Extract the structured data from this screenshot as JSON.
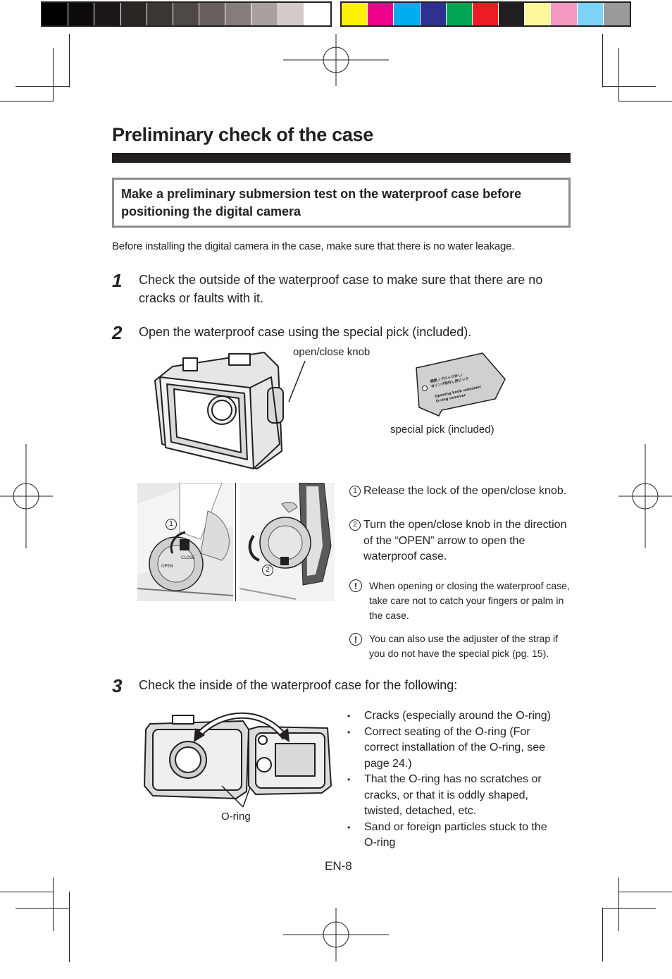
{
  "swatches_left": [
    "#000000",
    "#0d0b0b",
    "#1a1716",
    "#2a2624",
    "#3b3634",
    "#4e4846",
    "#67605d",
    "#857d79",
    "#a8a19e",
    "#d2cbc8",
    "#ffffff"
  ],
  "swatches_right": [
    "#fff200",
    "#ec008c",
    "#00aeef",
    "#2e3192",
    "#00a651",
    "#ed1c24",
    "#231f20",
    "#fff799",
    "#f49ac1",
    "#7dd3f7",
    "#9a9a9a"
  ],
  "page": {
    "title": "Preliminary check of the case",
    "subheading": "Make a preliminary submersion test on the waterproof case before positioning the digital camera",
    "intro": "Before installing the digital camera in the case, make sure that there is no water leakage.",
    "page_number": "EN-8"
  },
  "steps": [
    {
      "num": "1",
      "text": "Check the outside of the waterproof case to make sure that there are no cracks or faults with it."
    },
    {
      "num": "2",
      "text": "Open the waterproof case using the special pick (included)."
    },
    {
      "num": "3",
      "text": "Check the inside of the waterproof case for the following:"
    }
  ],
  "figure1": {
    "knob_label": "open/close knob",
    "pick_label": "special pick (included)",
    "pick_text_line1": "開閉ノブロック外し/",
    "pick_text_line2": "Oリング取外し用ピック",
    "pick_text_line3": "Opening knob unlocker/",
    "pick_text_line4": "O-ring remover"
  },
  "figure2": {
    "callout1": "1",
    "callout2": "2",
    "dial_close": "CLOSE",
    "dial_open": "OPEN"
  },
  "instructions": [
    {
      "num": "1",
      "text": "Release the lock of the open/close knob."
    },
    {
      "num": "2",
      "text": "Turn the open/close knob in the direction of the “OPEN” arrow to open the waterproof case."
    }
  ],
  "notes": [
    "When opening or closing the waterproof case, take care not to catch your fingers or palm in the case.",
    "You can also use the adjuster of the strap if you do not have the special pick (pg. 15)."
  ],
  "figure3": {
    "oring_label": "O-ring"
  },
  "checklist": [
    "Cracks (especially around the O-ring)",
    "Correct seating of the O-ring (For correct installation of the O-ring, see page 24.)",
    "That the O-ring has no scratches or cracks, or that it is oddly shaped, twisted, detached, etc.",
    "Sand or foreign particles stuck to the O-ring"
  ]
}
